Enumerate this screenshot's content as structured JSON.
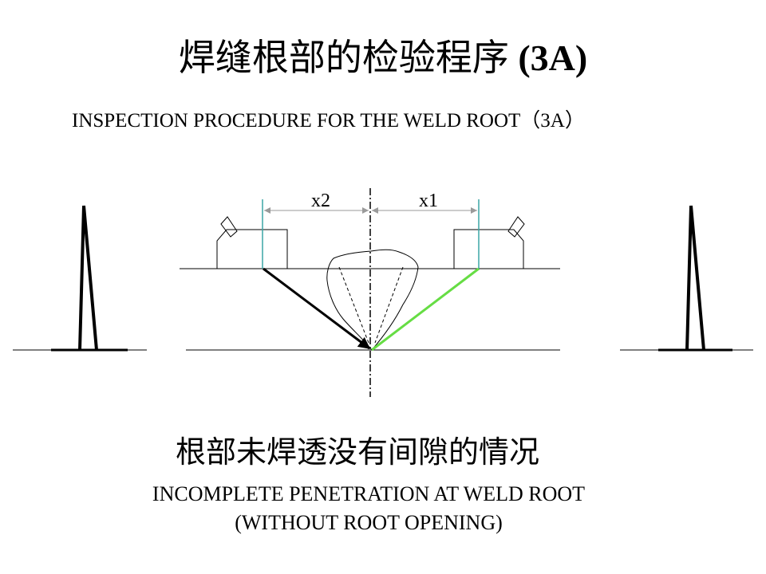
{
  "title": {
    "chinese": "焊缝根部的检验程序",
    "code": "(3A)"
  },
  "subtitle": "INSPECTION  PROCEDURE  FOR  THE  WELD  ROOT（3A）",
  "diagram": {
    "labels": {
      "left_distance": "x2",
      "right_distance": "x1"
    },
    "colors": {
      "left_beam": "#000000",
      "right_beam": "#66dd44",
      "probe_index_line": "#3aa6a6",
      "dimension_line": "#9a9a9a"
    }
  },
  "caption": {
    "chinese": "根部未焊透没有间隙的情况",
    "english_line1": "INCOMPLETE  PENETRATION  AT  WELD  ROOT",
    "english_line2": "(WITHOUT  ROOT OPENING)"
  }
}
